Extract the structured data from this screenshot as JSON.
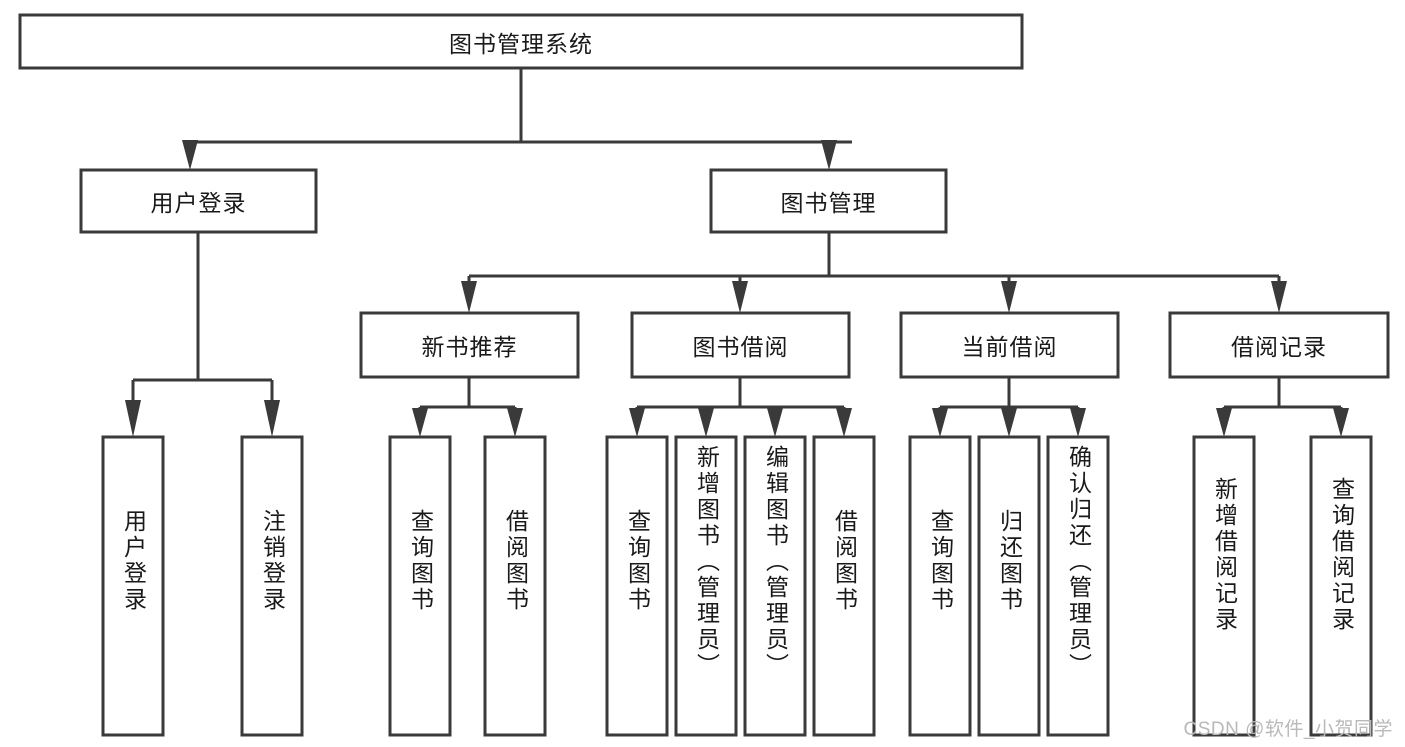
{
  "diagram": {
    "type": "tree-hierarchy",
    "title": "图书管理系统",
    "watermark": "CSDN @软件_小贺同学",
    "colors": {
      "box_stroke": "#3a3a3a",
      "box_fill": "#ffffff",
      "text": "#1a1a1a",
      "background": "#ffffff",
      "watermark": "#b9b9b9"
    },
    "levels": {
      "root": {
        "label": "图书管理系统"
      },
      "level2": [
        {
          "id": "user-login",
          "label": "用户登录"
        },
        {
          "id": "book-management",
          "label": "图书管理"
        }
      ],
      "level3": [
        {
          "id": "new-book-recommend",
          "label": "新书推荐"
        },
        {
          "id": "book-borrow",
          "label": "图书借阅"
        },
        {
          "id": "current-borrow",
          "label": "当前借阅"
        },
        {
          "id": "borrow-record",
          "label": "借阅记录"
        }
      ],
      "leaves": {
        "user-login": [
          {
            "id": "leaf-user-login",
            "label": "用户登录"
          },
          {
            "id": "leaf-logout-login",
            "label": "注销登录"
          }
        ],
        "new-book-recommend": [
          {
            "id": "leaf-query-book-1",
            "label": "查询图书"
          },
          {
            "id": "leaf-borrow-book-1",
            "label": "借阅图书"
          }
        ],
        "book-borrow": [
          {
            "id": "leaf-query-book-2",
            "label": "查询图书"
          },
          {
            "id": "leaf-add-book",
            "label": "新增图书（管理员）"
          },
          {
            "id": "leaf-edit-book",
            "label": "编辑图书（管理员）"
          },
          {
            "id": "leaf-borrow-book-2",
            "label": "借阅图书"
          }
        ],
        "current-borrow": [
          {
            "id": "leaf-query-book-3",
            "label": "查询图书"
          },
          {
            "id": "leaf-return-book",
            "label": "归还图书"
          },
          {
            "id": "leaf-confirm-return",
            "label": "确认归还（管理员）"
          }
        ],
        "borrow-record": [
          {
            "id": "leaf-add-record",
            "label": "新增借阅记录"
          },
          {
            "id": "leaf-query-record",
            "label": "查询借阅记录"
          }
        ]
      }
    }
  }
}
